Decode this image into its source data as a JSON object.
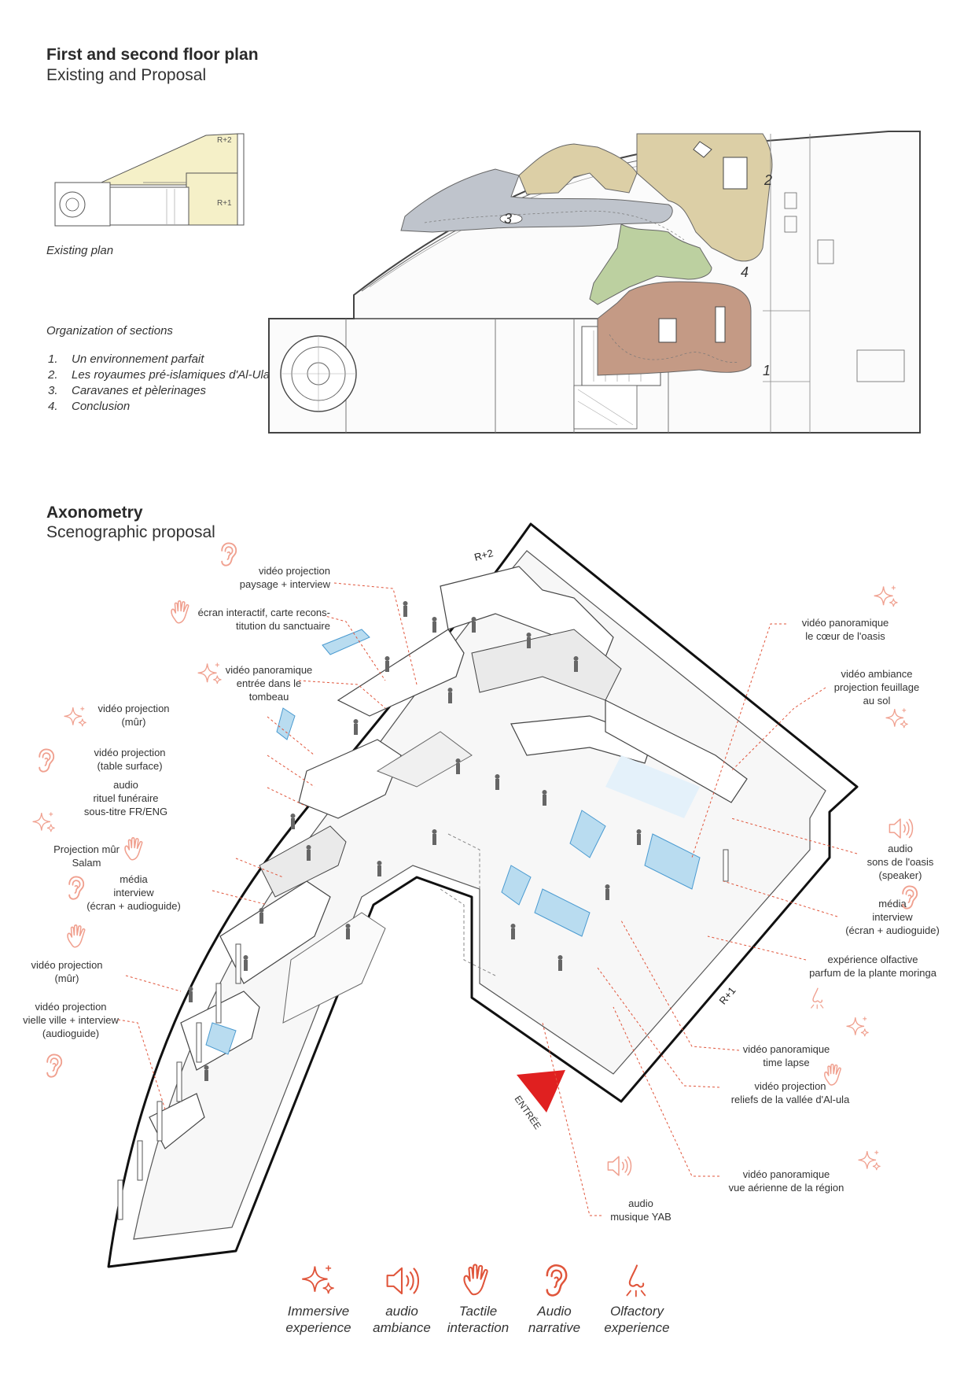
{
  "floorplan": {
    "title": "First and second floor plan",
    "subtitle": "Existing and Proposal",
    "existing_label": "Existing plan",
    "small_plan_labels": [
      "R+2",
      "R+1"
    ],
    "organization_title": "Organization of sections",
    "sections": [
      {
        "num": "1.",
        "name": "Un environnement parfait"
      },
      {
        "num": "2.",
        "name": "Les royaumes pré-islamiques d'Al-Ula"
      },
      {
        "num": "3.",
        "name": "Caravanes et pèlerinages"
      },
      {
        "num": "4.",
        "name": "Conclusion"
      }
    ],
    "plan_numbers": [
      "1",
      "2",
      "3",
      "4"
    ],
    "section_colors": {
      "1": "#c49a85",
      "2": "#dccfa6",
      "3": "#bfc4cc",
      "4": "#bcd0a0"
    }
  },
  "axonometry": {
    "title": "Axonometry",
    "subtitle": "Scenographic proposal",
    "level_top": "R+2",
    "level_bottom": "R+1",
    "entrance": "ENTRÉE",
    "callouts_left": [
      {
        "id": "c1",
        "lines": [
          "vidéo projection",
          "paysage + interview"
        ],
        "icon": "ear-icon"
      },
      {
        "id": "c2",
        "lines": [
          "écran interactif, carte recons-",
          "titution du sanctuaire"
        ],
        "icon": "hand-icon"
      },
      {
        "id": "c3",
        "lines": [
          "vidéo panoramique",
          "entrée dans le",
          "tombeau"
        ],
        "icon": "sparkle-icon"
      },
      {
        "id": "c4",
        "lines": [
          "vidéo projection",
          "(mûr)"
        ],
        "icon": "sparkle-icon"
      },
      {
        "id": "c5",
        "lines": [
          "vidéo projection",
          "(table surface)"
        ],
        "icon": "ear-icon"
      },
      {
        "id": "c6",
        "lines": [
          "audio",
          "rituel funéraire",
          "sous-titre FR/ENG"
        ],
        "icon": "sparkle-icon"
      },
      {
        "id": "c7",
        "lines": [
          "Projection mûr",
          "Salam"
        ],
        "icon": "hand-icon"
      },
      {
        "id": "c8",
        "lines": [
          "média",
          "interview",
          "(écran + audioguide)"
        ],
        "icon": "ear-icon"
      },
      {
        "id": "c9",
        "lines": [
          "vidéo projection",
          "(mûr)"
        ],
        "icon": "hand-icon"
      },
      {
        "id": "c10",
        "lines": [
          "vidéo projection",
          "vielle ville + interview",
          "(audioguide)"
        ],
        "icon": "ear-icon"
      }
    ],
    "callouts_right": [
      {
        "id": "r1",
        "lines": [
          "vidéo panoramique",
          "le cœur de l'oasis"
        ],
        "icon": "sparkle-icon"
      },
      {
        "id": "r2",
        "lines": [
          "vidéo ambiance",
          "projection feuillage",
          "au sol"
        ],
        "icon": "sparkle-icon"
      },
      {
        "id": "r3",
        "lines": [
          "audio",
          "sons de l'oasis",
          "(speaker)"
        ],
        "icon": "speaker-icon"
      },
      {
        "id": "r4",
        "lines": [
          "média",
          "interview",
          "(écran + audioguide)"
        ],
        "icon": "ear-icon"
      },
      {
        "id": "r5",
        "lines": [
          "expérience olfactive",
          "parfum de la plante moringa"
        ],
        "icon": "nose-icon"
      },
      {
        "id": "r6",
        "lines": [
          "vidéo panoramique",
          "time lapse"
        ],
        "icon": "sparkle-icon"
      },
      {
        "id": "r7",
        "lines": [
          "vidéo projection",
          "reliefs de la vallée d'Al-ula"
        ],
        "icon": "hand-icon"
      },
      {
        "id": "r8",
        "lines": [
          "vidéo panoramique",
          "vue aérienne de la région"
        ],
        "icon": "sparkle-icon"
      },
      {
        "id": "r9",
        "lines": [
          "audio",
          "musique YAB"
        ],
        "icon": "speaker-icon"
      }
    ]
  },
  "legend": [
    {
      "icon": "sparkle-icon",
      "label1": "Immersive",
      "label2": "experience"
    },
    {
      "icon": "speaker-icon",
      "label1": "audio",
      "label2": "ambiance"
    },
    {
      "icon": "hand-icon",
      "label1": "Tactile",
      "label2": "interaction"
    },
    {
      "icon": "ear-icon",
      "label1": "Audio",
      "label2": "narrative"
    },
    {
      "icon": "nose-icon",
      "label1": "Olfactory",
      "label2": "experience"
    }
  ],
  "colors": {
    "accent": "#e0553b",
    "icon_light": "#f0a08f",
    "entrance": "#e02020"
  }
}
